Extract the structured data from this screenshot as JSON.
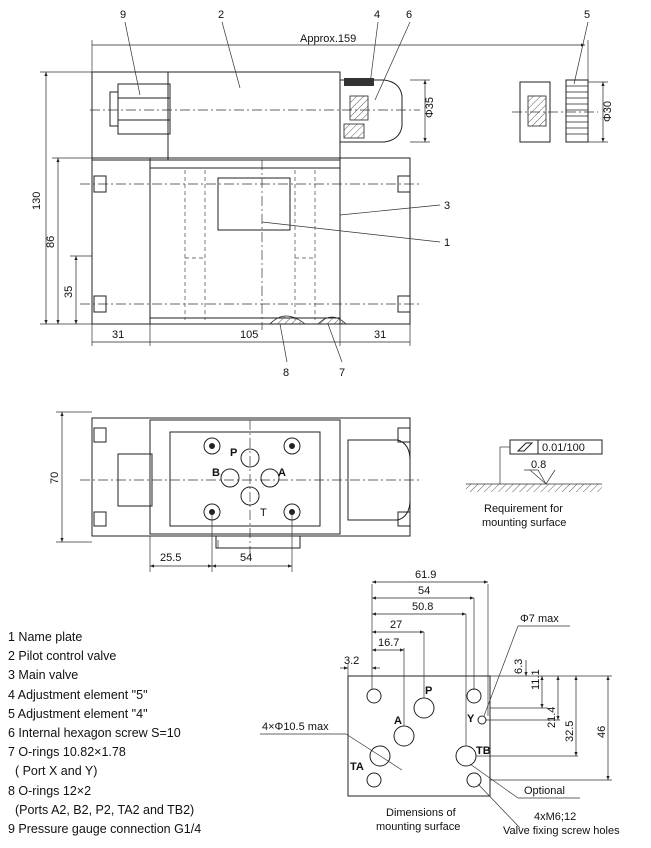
{
  "callouts": {
    "c1": "1",
    "c2": "2",
    "c3": "3",
    "c4": "4",
    "c5": "5",
    "c6": "6",
    "c7": "7",
    "c8": "8",
    "c9": "9"
  },
  "dims_top": {
    "approx": "Approx.159",
    "d35": "Φ35",
    "d30": "Φ30",
    "h130": "130",
    "h86": "86",
    "h35": "35",
    "w31a": "31",
    "w105": "105",
    "w31b": "31"
  },
  "dims_mid": {
    "h70": "70",
    "w25_5": "25.5",
    "w54": "54",
    "port_p": "P",
    "port_a": "A",
    "port_b": "B",
    "port_t": "T"
  },
  "surface": {
    "tolerance": "0.01/100",
    "roughness": "0.8",
    "caption_line1": "Requirement for",
    "caption_line2": "mounting surface"
  },
  "mount": {
    "d61_9": "61.9",
    "d54": "54",
    "d50_8": "50.8",
    "d27": "27",
    "d16_7": "16.7",
    "d3_2": "3.2",
    "phi7": "Φ7 max",
    "holes": "4×Φ10.5 max",
    "v6_3": "6.3",
    "v11_1": "11.1",
    "v21_4": "21.4",
    "v32_5": "32.5",
    "v46": "46",
    "lbl_p": "P",
    "lbl_a": "A",
    "lbl_y": "Y",
    "lbl_ta": "TA",
    "lbl_tb": "TB",
    "optional": "Optional",
    "screw": "4xM6;12",
    "screw_caption": "Valve fixing screw holes",
    "caption_line1": "Dimensions of",
    "caption_line2": "mounting surface"
  },
  "legend": [
    "1 Name plate",
    "2 Pilot control valve",
    "3 Main valve",
    "4 Adjustment element \"5\"",
    "5 Adjustment element \"4\"",
    "6 Internal hexagon screw S=10",
    "7 O-rings 10.82×1.78",
    "  ( Port X and Y)",
    "8 O-rings 12×2",
    "  (Ports A2, B2, P2, TA2 and TB2)",
    "9 Pressure gauge connection G1/4"
  ]
}
